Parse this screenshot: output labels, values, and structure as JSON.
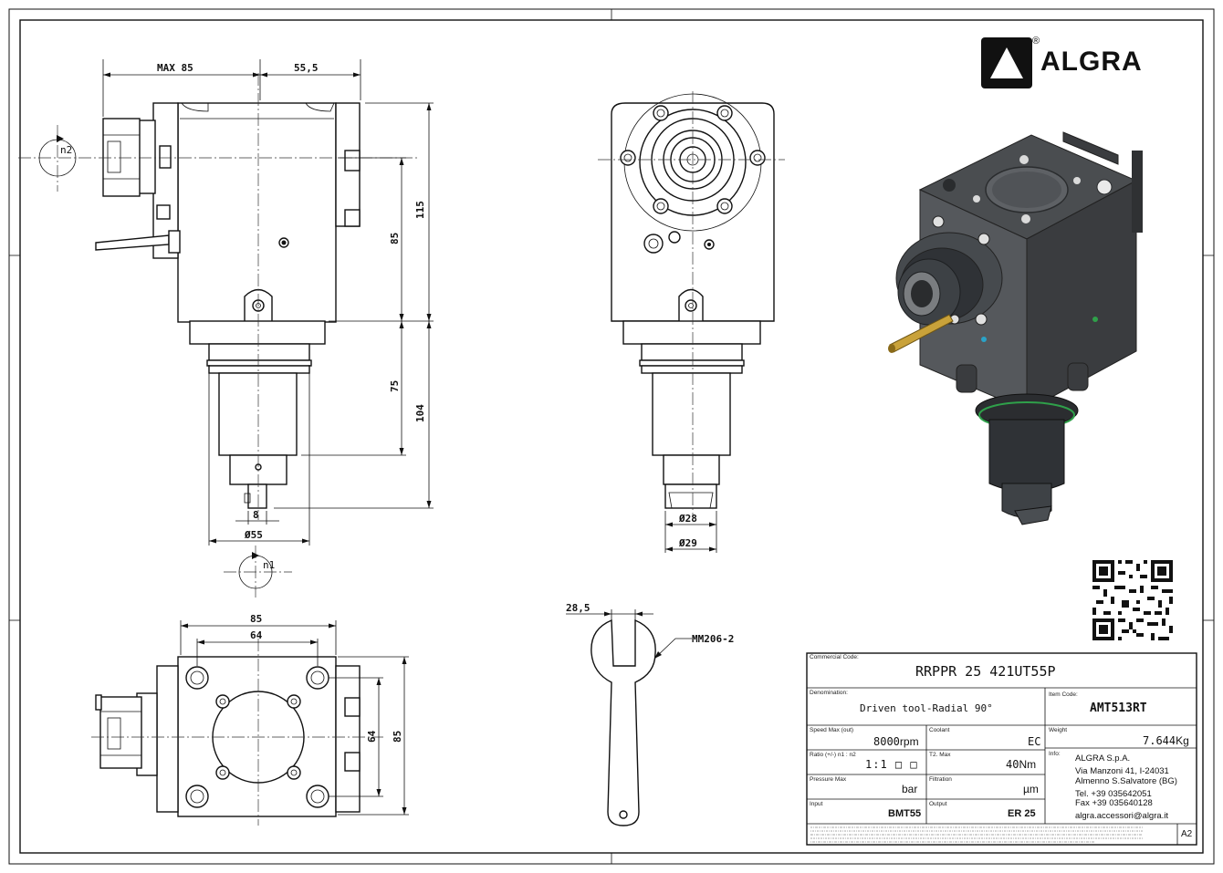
{
  "brand": {
    "name": "ALGRA",
    "registered": "®"
  },
  "dimensions": {
    "max85": "MAX 85",
    "d555": "55,5",
    "d115": "115",
    "d85v": "85",
    "d75": "75",
    "d104": "104",
    "d8": "8",
    "phi55": "Ø55",
    "phi28": "Ø28",
    "phi29": "Ø29",
    "d85top": "85",
    "d64top": "64",
    "d64side": "64",
    "d85side": "85",
    "d285": "28,5",
    "wrench_code": "MM206-2",
    "n1": "n1",
    "n2": "n2"
  },
  "title_block": {
    "commercial_code": {
      "label": "Commercial Code:",
      "value": "RRPPR 25 421UT55P"
    },
    "denomination": {
      "label": "Denomination:",
      "value": "Driven tool-Radial 90°"
    },
    "item_code": {
      "label": "Item Code:",
      "value": "AMT513RT"
    },
    "speed_max": {
      "label": "Speed Max (out)",
      "value": "8000",
      "unit": "rpm"
    },
    "coolant": {
      "label": "Coolant",
      "value": "EC"
    },
    "weight": {
      "label": "Weight",
      "value": "7.644",
      "unit": "Kg"
    },
    "ratio": {
      "label": "Ratio (+/-) n1 : n2",
      "value": "1:1 □ □"
    },
    "torque": {
      "label": "T2. Max",
      "value": "40",
      "unit": "Nm"
    },
    "info": {
      "label": "Info:",
      "lines": [
        "ALGRA S.p.A.",
        "Via Manzoni 41, I-24031",
        "Almenno S.Salvatore (BG)",
        "Tel. +39 035642051",
        "Fax +39 035640128",
        "algra.accessori@algra.it"
      ]
    },
    "pressure": {
      "label": "Pressure Max",
      "value": "bar"
    },
    "filtration": {
      "label": "Filtration",
      "value": "µm"
    },
    "input": {
      "label": "Input",
      "value": "BMT55"
    },
    "output": {
      "label": "Output",
      "value": "ER 25"
    },
    "sheet_size": "A2"
  }
}
